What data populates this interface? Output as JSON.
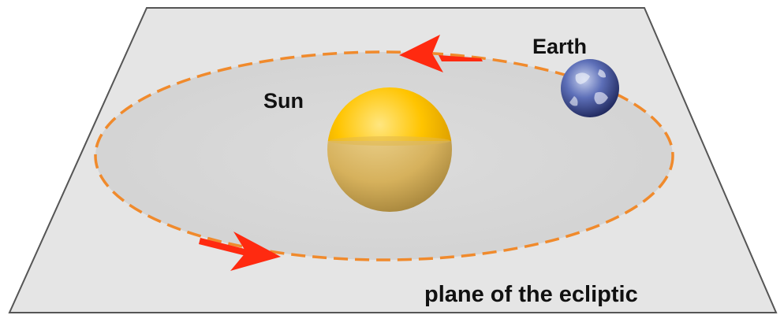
{
  "labels": {
    "sun": "Sun",
    "earth": "Earth",
    "plane": "plane of the ecliptic"
  },
  "colors": {
    "plane_fill": "#e6e6e6",
    "plane_edge": "#555555",
    "orbit": "#f08a2c",
    "arrow": "#ff2a10",
    "sun_top": "#f6b000",
    "sun_bottom": "#d8b25a",
    "earth": "#3a4f9c",
    "text": "#111111"
  },
  "icons": {
    "orbit_direction": "arrow-icon",
    "sun": "sun-sphere",
    "earth": "earth-globe"
  }
}
